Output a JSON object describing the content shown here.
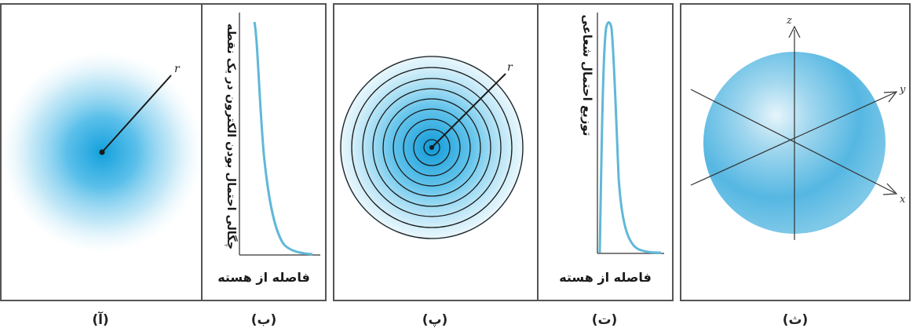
{
  "colors": {
    "cloud": "#1aa3d9",
    "curve": "#5fb8d8",
    "frame": "#555555",
    "ink": "#1a1a1a"
  },
  "panels": {
    "a": {
      "caption": "(آ)",
      "radius_label": "r"
    },
    "b": {
      "caption": "(ب)",
      "y_label": "چگالی احتمال بودن الکترون در یک نقطه",
      "x_label": "فاصله از هسته"
    },
    "p": {
      "caption": "(پ)",
      "radius_label": "r"
    },
    "t": {
      "caption": "(ت)",
      "y_label": "توزیع احتمال شعاعی",
      "x_label": "فاصله از هسته"
    },
    "s": {
      "caption": "(ث)",
      "axis_x": "x",
      "axis_y": "y",
      "axis_z": "z"
    }
  }
}
